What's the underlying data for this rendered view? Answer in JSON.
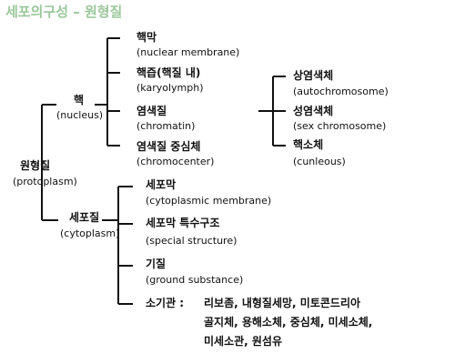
{
  "title": "세포의구성 – 원형질",
  "root": {
    "ko": "원형질",
    "en": "(protoplasm)"
  },
  "nucleus": {
    "ko": "핵",
    "en": "(nucleus)",
    "children": [
      {
        "ko": "핵막",
        "en": "(nuclear membrane)"
      },
      {
        "ko": "핵즙(핵질 내)",
        "en": "(karyolymph)"
      },
      {
        "ko": "염색질",
        "en": "(chromatin)"
      },
      {
        "ko": "염색질 중심체",
        "en": "(chromocenter)"
      }
    ],
    "chromatin_children": [
      {
        "ko": "상염색체",
        "en": "(autochromosome)"
      },
      {
        "ko": "성염색체",
        "en": "(sex chromosome)"
      },
      {
        "ko": "핵소체",
        "en": "(cunleous)"
      }
    ]
  },
  "cytoplasm": {
    "ko": "세포질",
    "en": "(cytoplasm)",
    "children": [
      {
        "ko": "세포막",
        "en": "(cytoplasmic membrane)"
      },
      {
        "ko": "세포막 특수구조",
        "en": "(special structure)"
      },
      {
        "ko": "기질",
        "en": "(ground substance)"
      }
    ],
    "organelles": {
      "label": "소기관 :",
      "lines": [
        "리보좀, 내형질세망, 미토콘드리아",
        "골지체, 용해소체, 중심체, 미세소체,",
        "미세소관, 원섬유"
      ]
    }
  }
}
